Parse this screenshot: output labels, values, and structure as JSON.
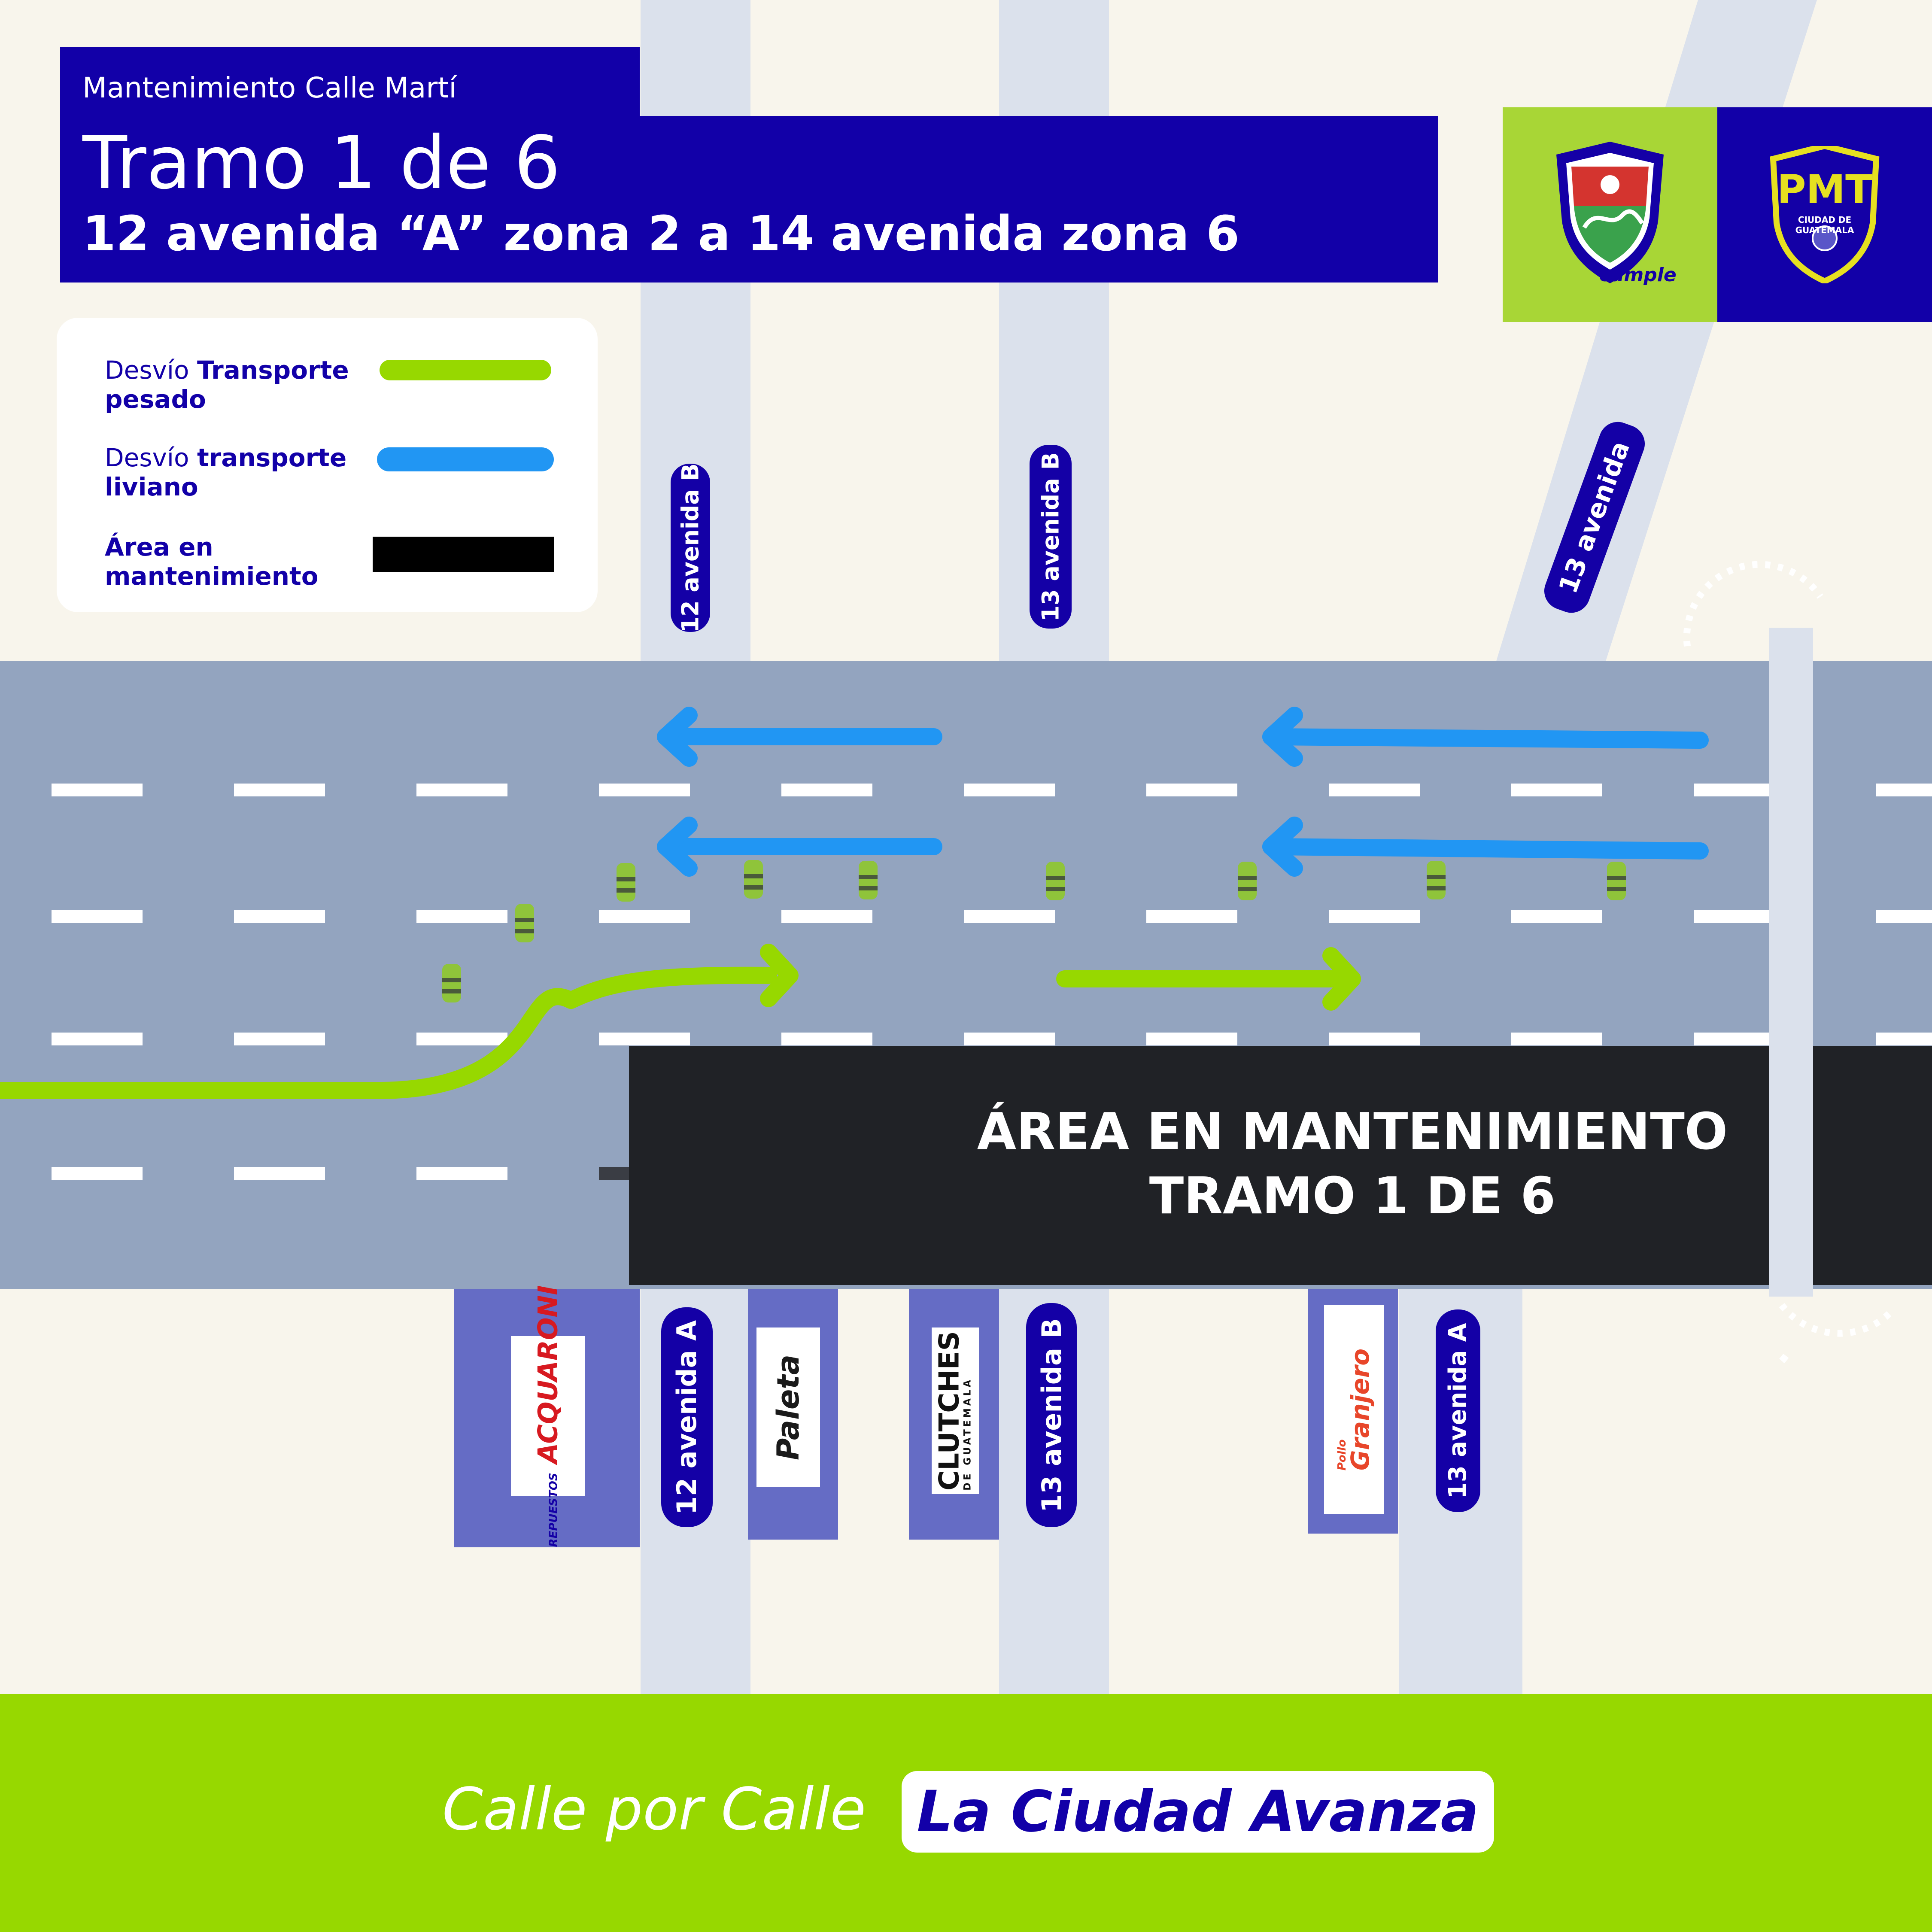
{
  "header": {
    "subtitle": "Mantenimiento Calle Martí",
    "title": "Tramo 1 de 6",
    "route": "12 avenida “A” zona 2  a 14 avenida zona 6"
  },
  "legend": {
    "items": [
      {
        "prefix": "Desvío ",
        "bold": "Transporte",
        "line2": "pesado",
        "color": "#97d800"
      },
      {
        "prefix": "Desvío ",
        "bold": "transporte",
        "line2": "liviano",
        "color": "#2196f3"
      },
      {
        "prefix": "",
        "bold": "Área en",
        "line2": "mantenimiento",
        "color": "#000000"
      }
    ]
  },
  "maintenance": {
    "line1": "ÁREA EN  MANTENIMIENTO",
    "line2": "TRAMO 1 DE 6"
  },
  "streets": {
    "top_12b": "12 avenida B",
    "top_13b": "13 avenida B",
    "top_13": "13 avenida",
    "bottom_12a": "12 avenida A",
    "bottom_13b": "13 avenida B",
    "bottom_13a": "13 avenida A"
  },
  "businesses": {
    "acquaroni_top": "REPUESTOS",
    "acquaroni": "ACQUARONI",
    "paleta": "Paleta",
    "clutches": "CLUTCHES",
    "clutches_sub": "DE GUATEMALA",
    "granjero_top": "Pollo",
    "granjero": "Granjero"
  },
  "logos": {
    "muni_caption": "cumple",
    "pmt": "PMT",
    "pmt_sub": "CIUDAD DE GUATEMALA"
  },
  "footer": {
    "left": "Calle por Calle",
    "right": "La Ciudad Avanza"
  },
  "colors": {
    "brand_blue": "#1200a8",
    "lime": "#97d800",
    "route_blue": "#2196f3",
    "road": "#93a4bf",
    "maintenance": "#202226",
    "cross_street": "#dbe1ec"
  }
}
